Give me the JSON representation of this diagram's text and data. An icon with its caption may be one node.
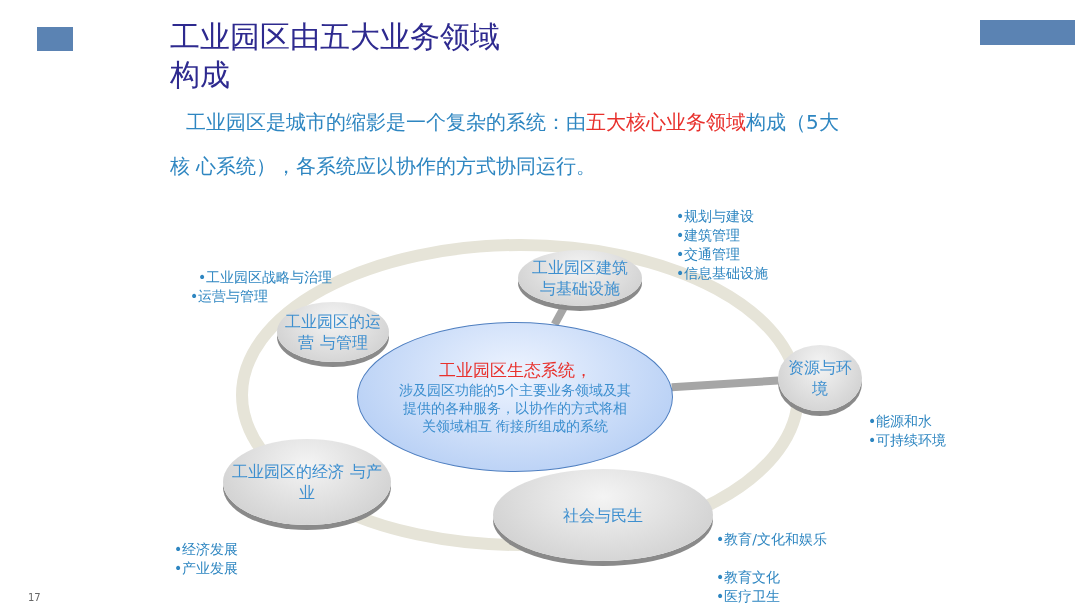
{
  "diagram": {
    "title": "工业园区由五大业务领域构成",
    "caption": "工业园区是城市的缩影是一个复杂的系统：由**五大核心业务领域**构成（5大核 心系统），各系统应以协作的方式协同运行。",
    "nodes": [
      {
        "text": [
          "工业园区生态系统，",
          "涉及园区功能的5个主要业务领域及其提供的各种服务，以协作的方式将相关领域相互 衔接所组成的系统"
        ]
      },
      {
        "text": [
          "工业园区建筑与基础设施"
        ]
      },
      {
        "text": [
          "工业园区的运营 与管理"
        ]
      },
      {
        "text": [
          "资源与环境"
        ]
      },
      {
        "text": [
          "工业园区的经济 与产业"
        ]
      },
      {
        "text": [
          "社会与民生"
        ]
      }
    ],
    "edges": [
      {
        "from": 0,
        "to": 1,
        "arrow": "none"
      },
      {
        "from": 0,
        "to": 3,
        "arrow": "none"
      }
    ],
    "labels": [
      "•规划与建设",
      "•建筑管理",
      "•交通管理",
      "•信息基础设施",
      "•工业园区战略与治理",
      "•运营与管理",
      "•能源和水",
      "•可持续环境",
      "•经济发展",
      "•产业发展",
      "•教育/文化和娱乐",
      "•教育文化",
      "•医疗卫生",
      "17"
    ]
  }
}
